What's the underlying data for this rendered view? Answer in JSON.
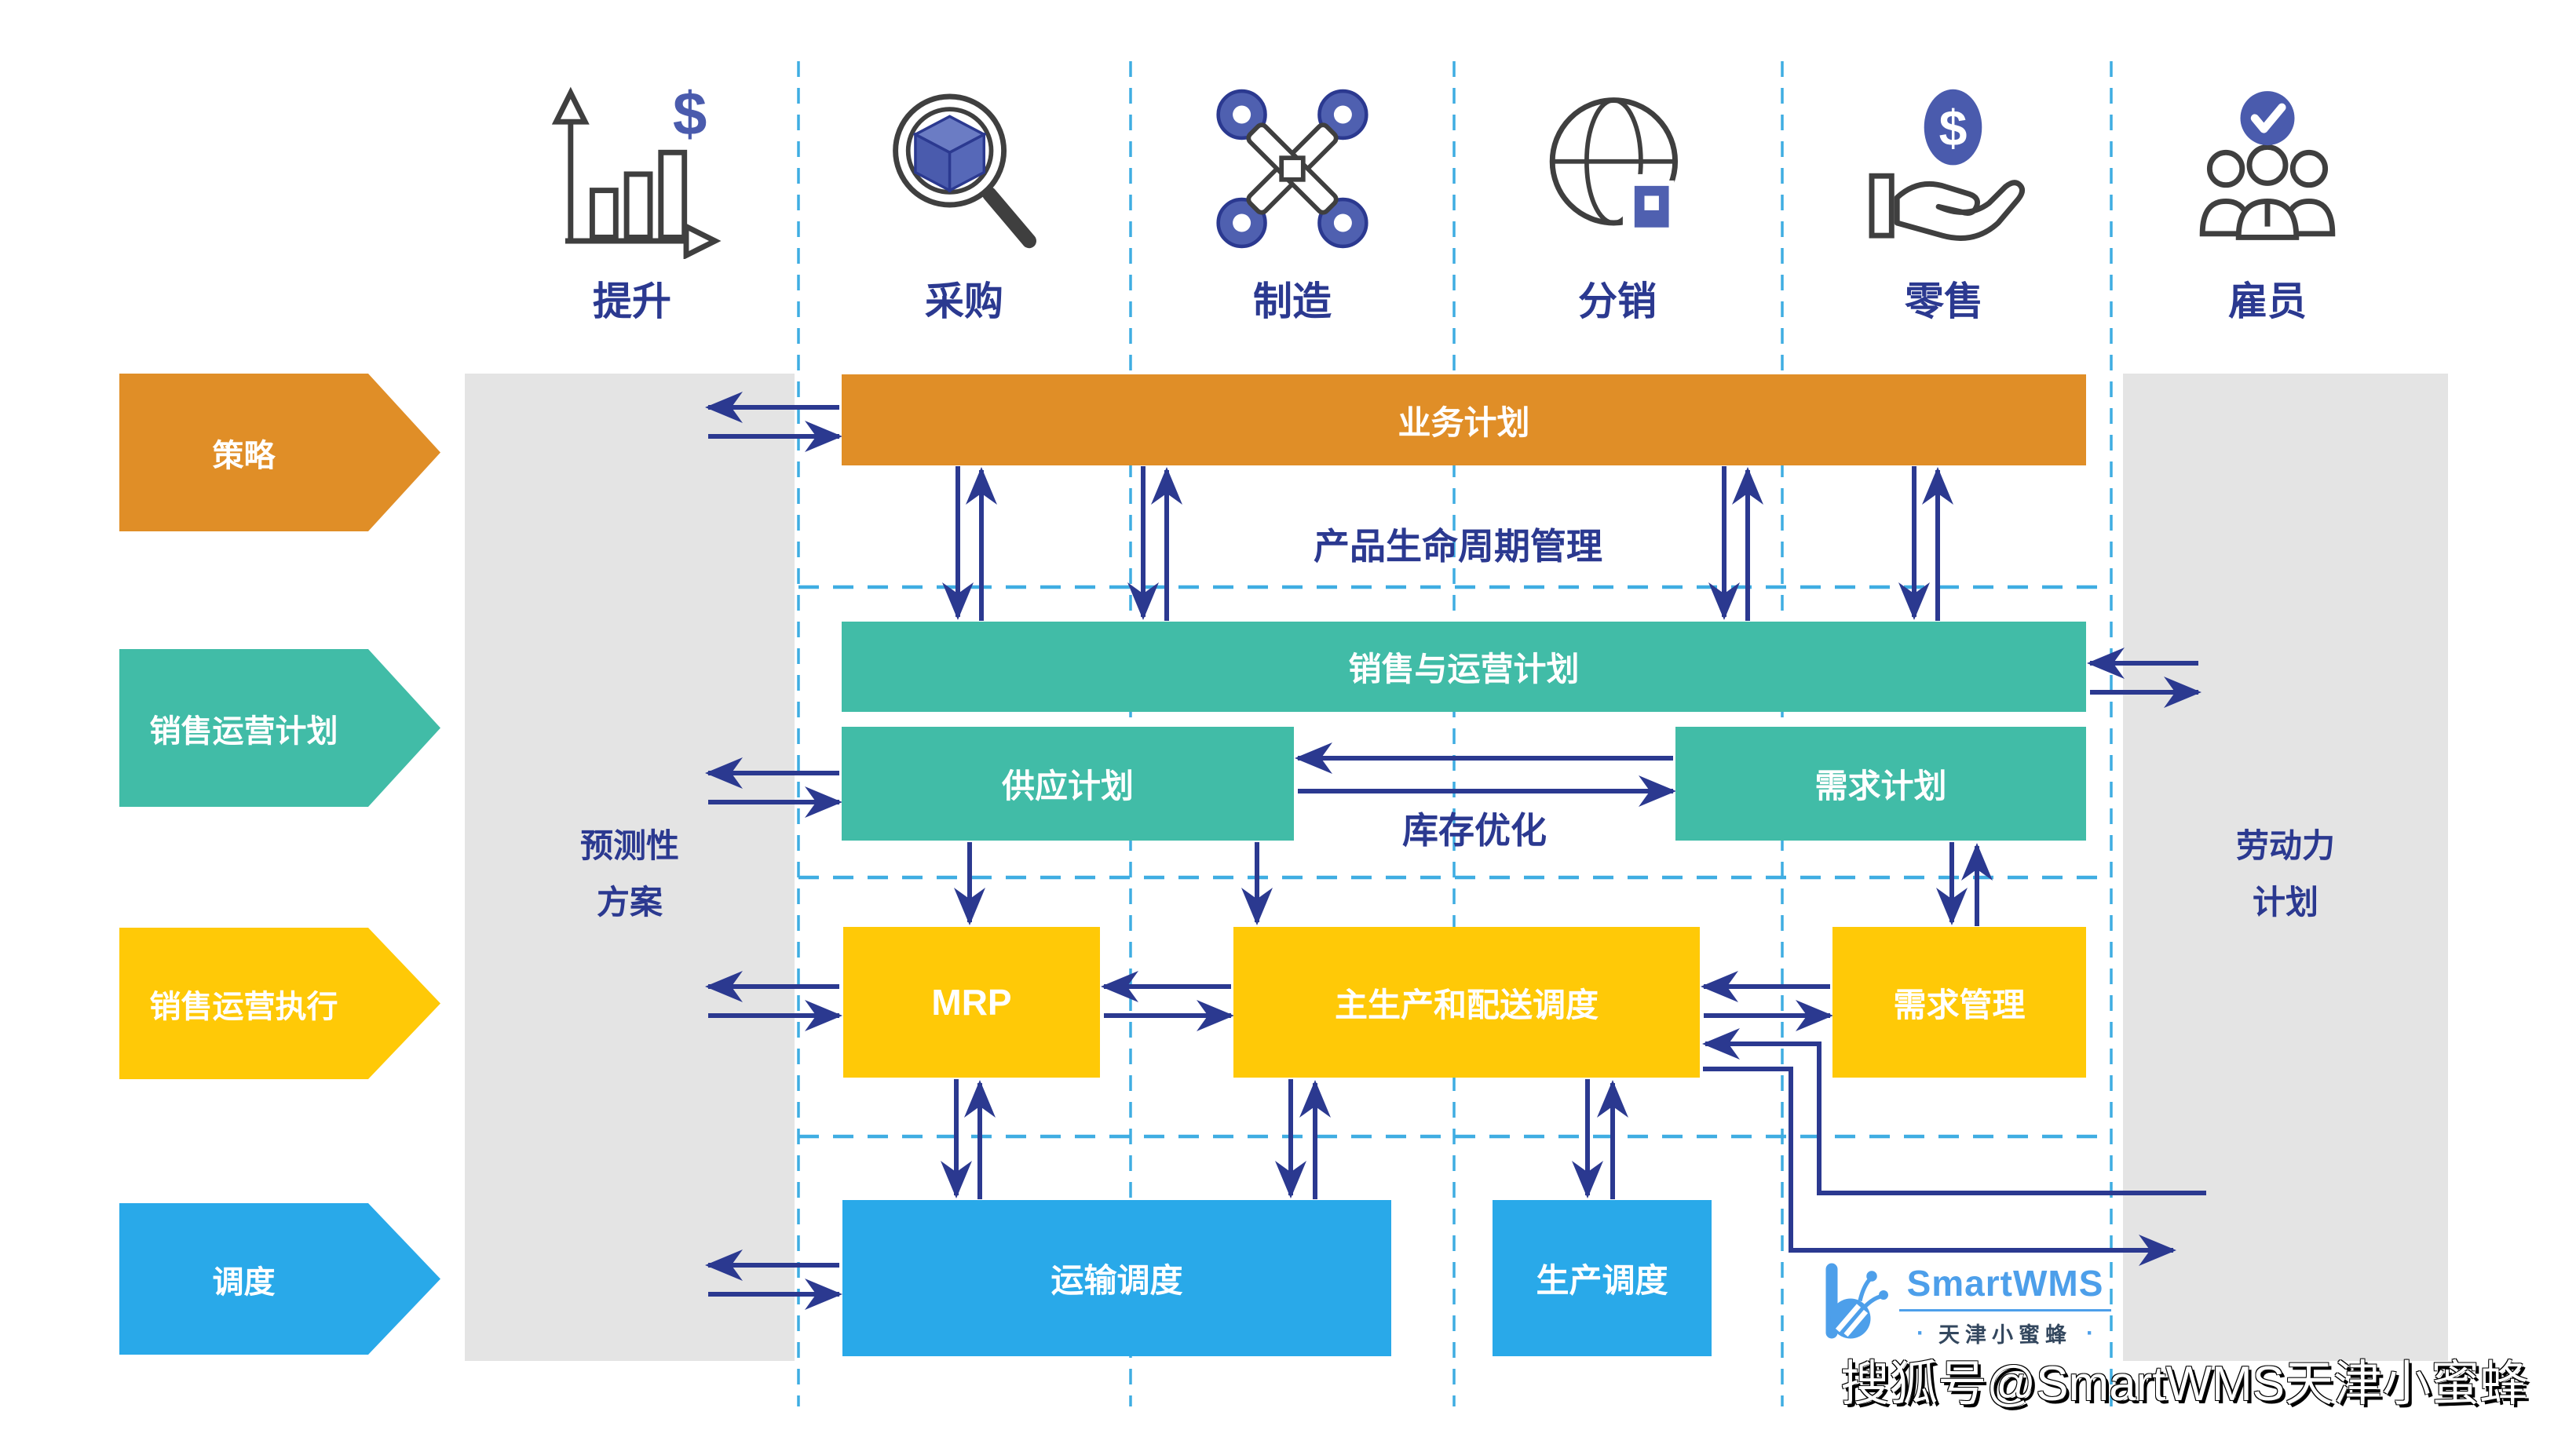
{
  "header": {
    "columns": [
      {
        "label": "提升",
        "icon": "growth-chart-icon"
      },
      {
        "label": "采购",
        "icon": "search-cube-icon"
      },
      {
        "label": "制造",
        "icon": "machine-icon"
      },
      {
        "label": "分销",
        "icon": "globe-distribution-icon"
      },
      {
        "label": "零售",
        "icon": "hand-coin-icon"
      },
      {
        "label": "雇员",
        "icon": "team-check-icon"
      }
    ]
  },
  "pennants": [
    {
      "label": "策略",
      "color": "#E08E27"
    },
    {
      "label": "销售运营计划",
      "color": "#41BCA7"
    },
    {
      "label": "销售运营执行",
      "color": "#FFC907"
    },
    {
      "label": "调度",
      "color": "#29A9E9"
    }
  ],
  "side_columns": {
    "left": {
      "line1": "预测性",
      "line2": "方案"
    },
    "right": {
      "line1": "劳动力",
      "line2": "计划"
    }
  },
  "boxes": {
    "business_plan": "业务计划",
    "sop": "销售与运营计划",
    "supply_plan": "供应计划",
    "demand_plan": "需求计划",
    "mrp": "MRP",
    "master_schedule": "主生产和配送调度",
    "demand_mgmt": "需求管理",
    "transport_schedule": "运输调度",
    "production_schedule": "生产调度"
  },
  "labels": {
    "plm": "产品生命周期管理",
    "inventory_opt": "库存优化"
  },
  "logo": {
    "name": "SmartWMS",
    "subtitle": "天津小蜜蜂",
    "dot": "·"
  },
  "watermark": "搜狐号@SmartWMS天津小蜜蜂",
  "colors": {
    "orange": "#E08E27",
    "teal": "#41BCA7",
    "yellow": "#FFC907",
    "blue": "#29A9E9",
    "dark_blue": "#2B3990",
    "dash_blue": "#3FADE2",
    "gray_column": "#E4E4E4",
    "icon_blue": "#4A5BAD",
    "logo_blue": "#4D9FEA"
  }
}
